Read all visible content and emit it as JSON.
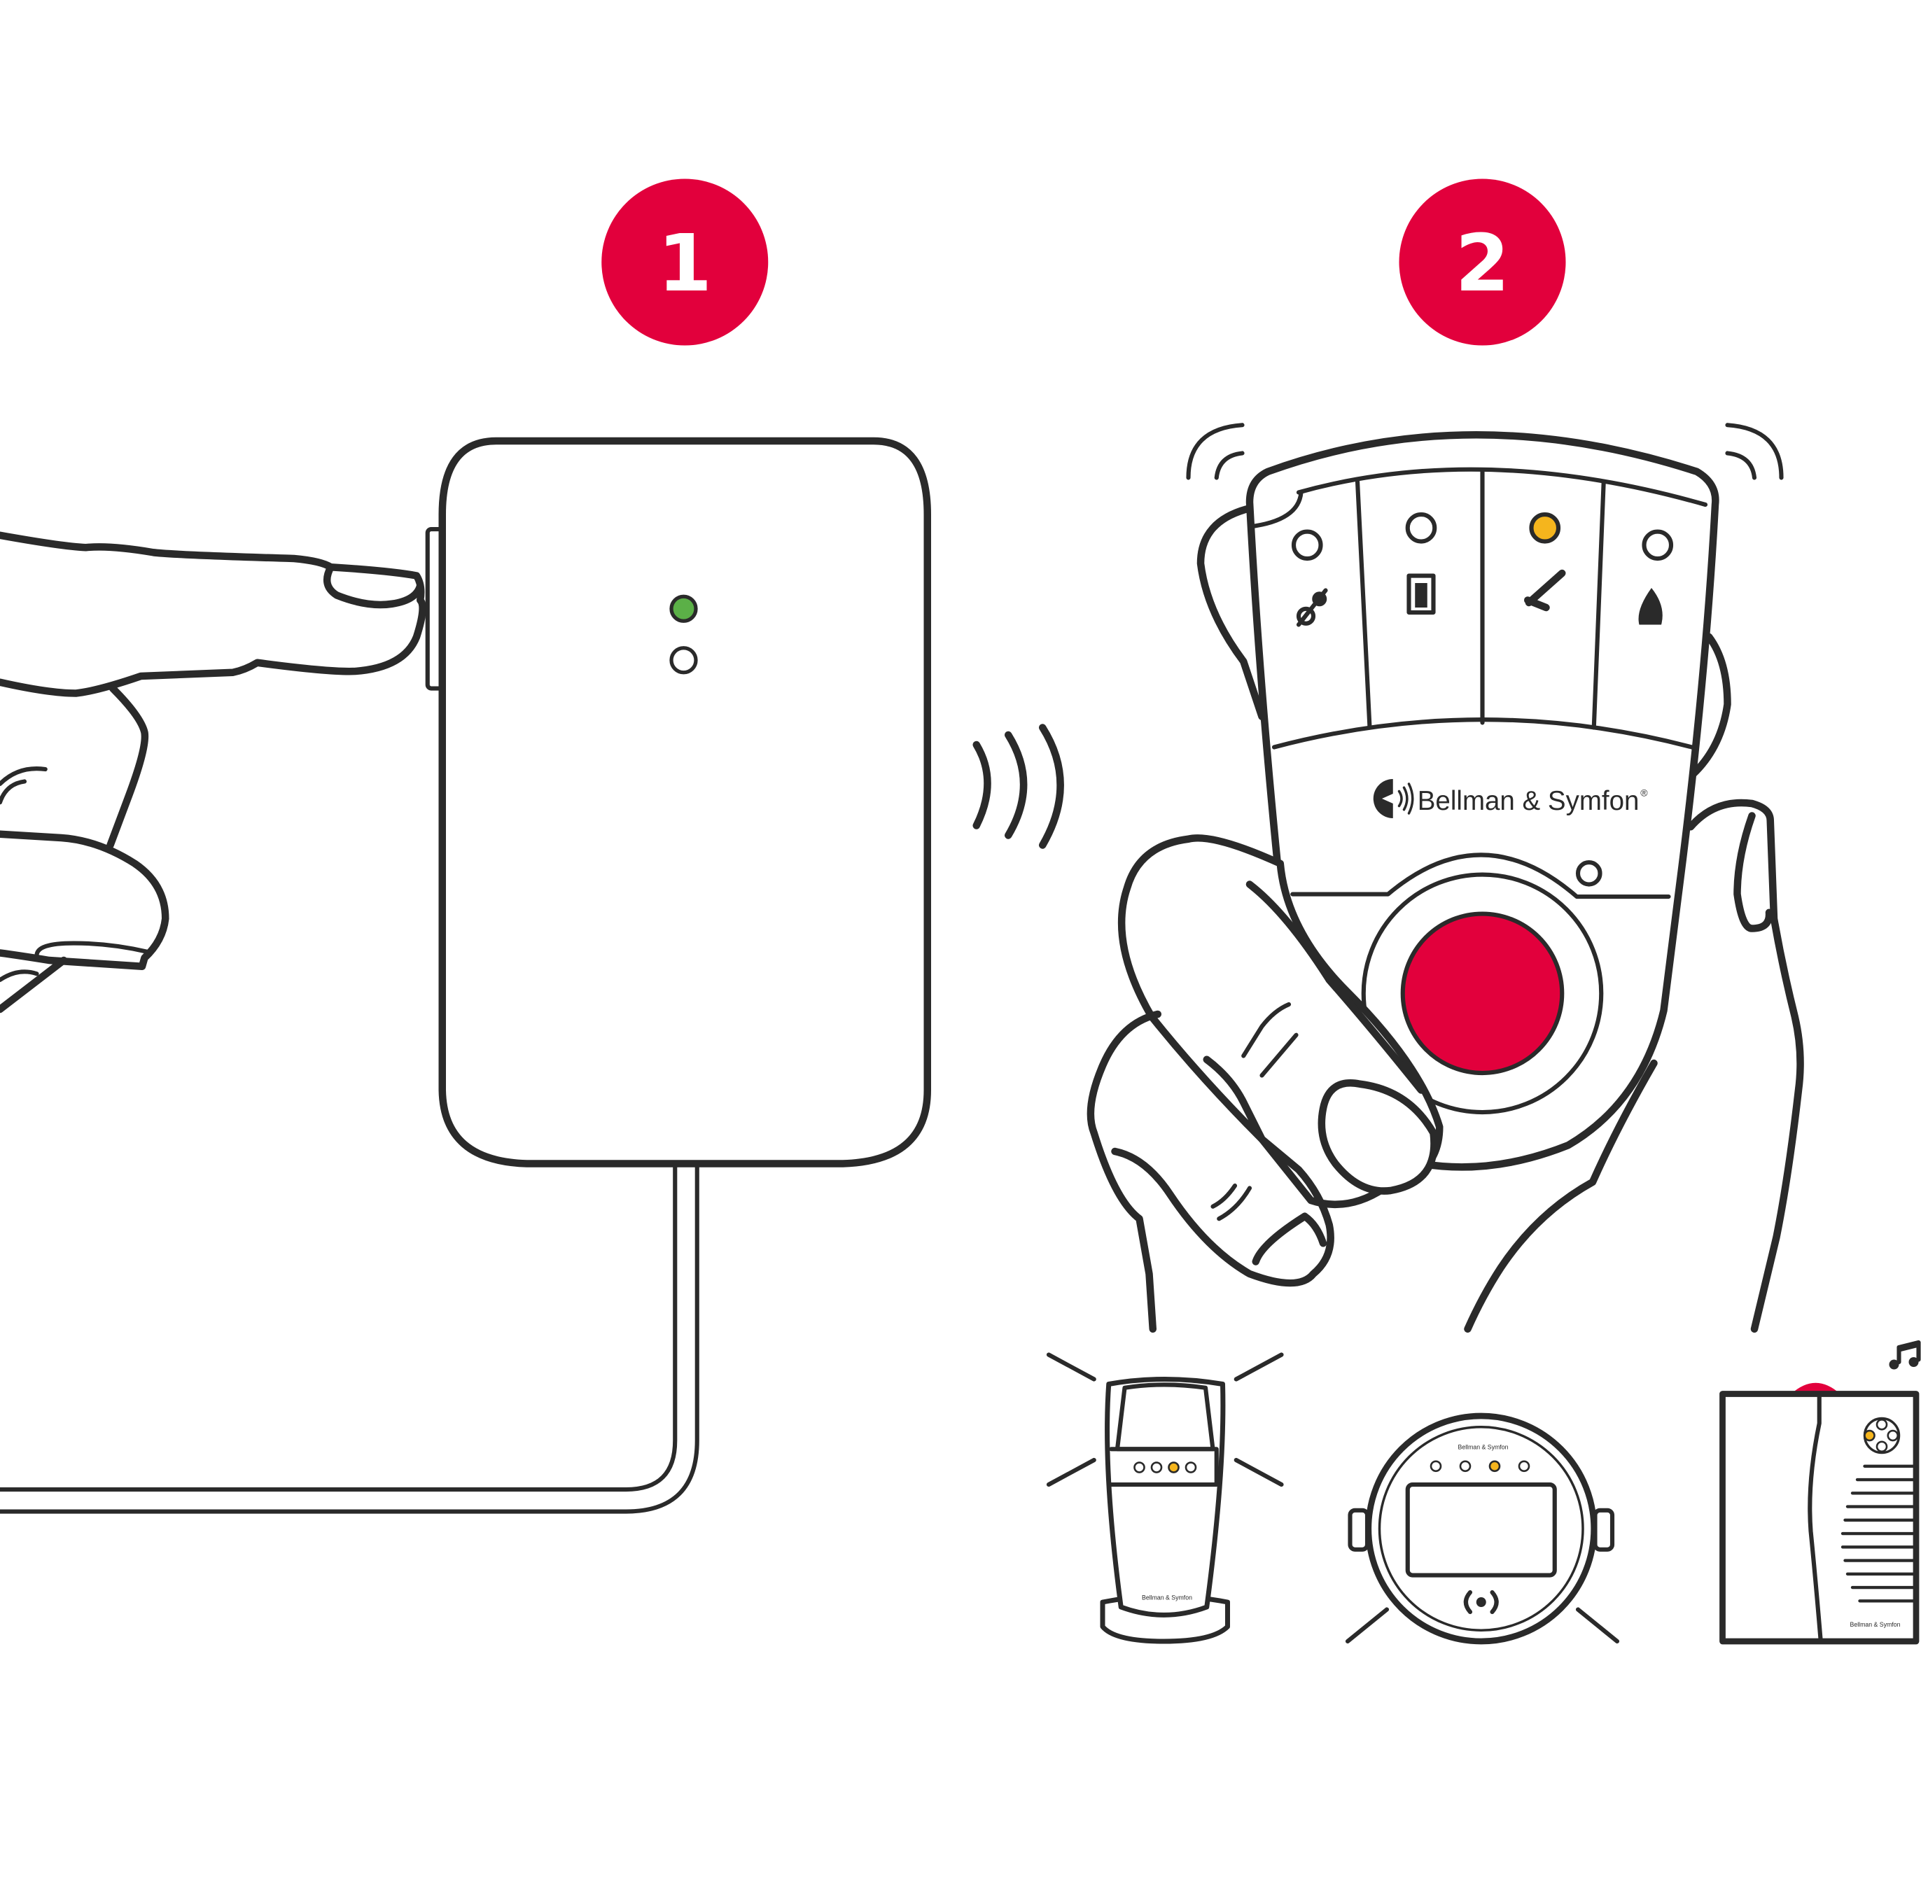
{
  "steps": [
    {
      "number": "1"
    },
    {
      "number": "2"
    }
  ],
  "brand": {
    "name": "Bellman & Symfon",
    "registered": "®"
  },
  "device_labels": {
    "vibrating_lamp": "Bellman & Symfon",
    "flash_receiver": "Bellman & Symfon",
    "portable_receiver": "Bellman & Symfon"
  },
  "colors": {
    "accent_red": "#e2003c",
    "led_green": "#5bb047",
    "led_amber": "#f5b51d",
    "line": "#2a2a2a"
  },
  "icons": [
    "finger-press",
    "radio-waves",
    "baby-icon",
    "door-icon",
    "phone-icon",
    "fire-icon",
    "music-note-icon"
  ]
}
